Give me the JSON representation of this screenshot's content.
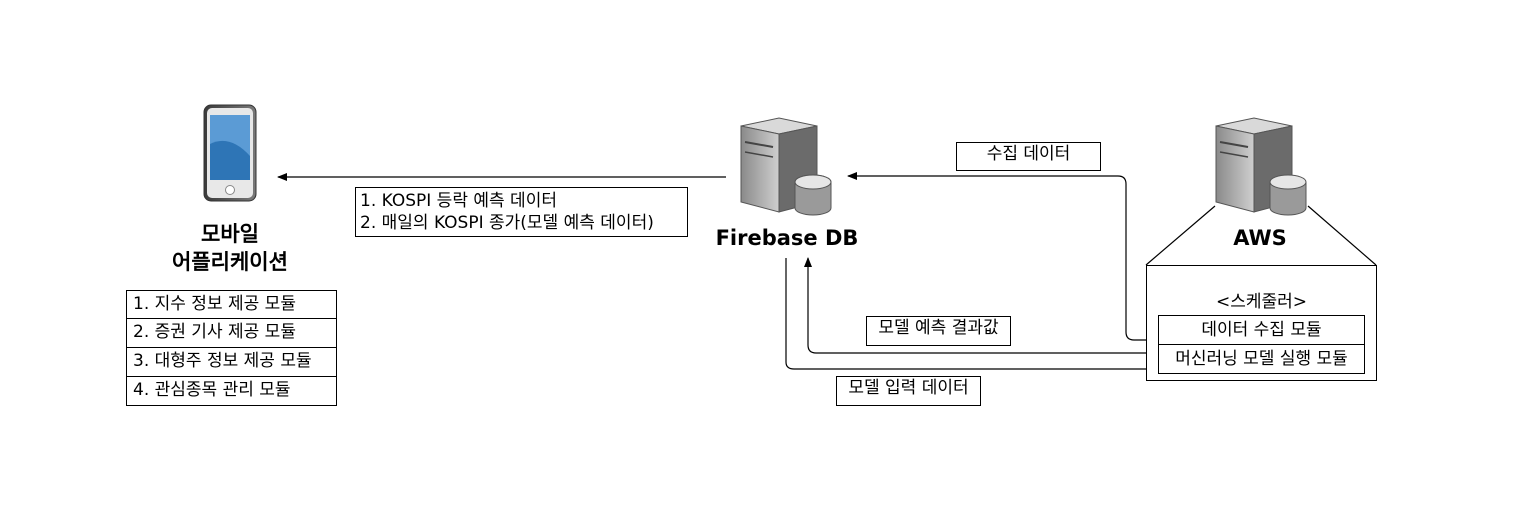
{
  "mobile": {
    "title_line1": "모바일",
    "title_line2": "어플리케이션",
    "modules": [
      "1. 지수 정보 제공 모듈",
      "2. 증권 기사 제공 모듈",
      "3. 대형주 정보 제공 모듈",
      "4. 관심종목 관리 모듈"
    ]
  },
  "firebase": {
    "title": "Firebase DB"
  },
  "aws": {
    "title": "AWS",
    "scheduler_label": "<스케줄러>",
    "collector_module": "데이터 수집 모듈",
    "ml_module": "머신러닝 모델 실행 모듈"
  },
  "edges": {
    "firebase_to_mobile": {
      "line1": "1. KOSPI 등락 예측 데이터",
      "line2": "2. 매일의 KOSPI 종가(모델 예측 데이터)"
    },
    "collected_data": "수집 데이터",
    "model_prediction_result": "모델 예측 결과값",
    "model_input_data": "모델 입력 데이터"
  }
}
